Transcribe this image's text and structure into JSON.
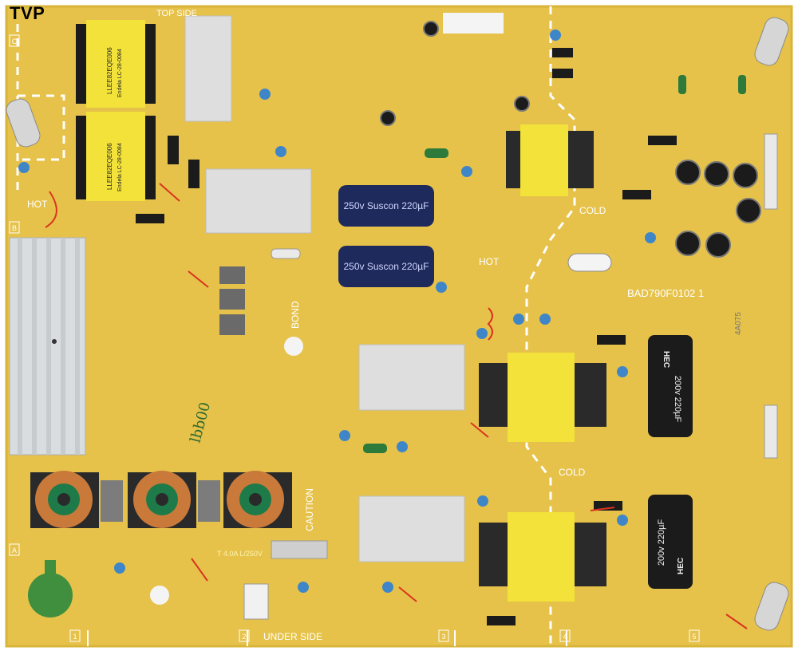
{
  "watermark": "TVP",
  "board": {
    "part_number": "BAD790F0102 1",
    "labels": {
      "top_side": "TOP SIDE",
      "under_side": "UNDER SIDE",
      "hot_left": "HOT",
      "hot_center": "HOT",
      "cold_upper": "COLD",
      "cold_lower": "COLD",
      "bond": "BOND",
      "caution": "CAUTION",
      "fuse": "T 4.0A L/250V",
      "code": "4A075",
      "handwritten": "lbb00"
    },
    "transformers": {
      "t1_line1": "LLEE82EQE006",
      "t1_line2": "Endela  LC-28-0084",
      "t2_line1": "LLEE82EQE006",
      "t2_line2": "Endela  LC-28-0084"
    },
    "bulk_caps": {
      "c1": "250v Suscon 220µF",
      "c2": "250v Suscon 220µF"
    },
    "hec_caps": {
      "brand": "HEC",
      "rating": "200v 220µF"
    },
    "zone_markers": [
      "1",
      "2",
      "3",
      "4",
      "5",
      "A",
      "B",
      "C"
    ]
  },
  "colors": {
    "board": "#e6c24a",
    "board_edge": "#d9b43a",
    "silk": "#ffffff",
    "transformer_yellow": "#f2e23a",
    "cap_navy": "#1f2a5c",
    "cap_black": "#1b1b1b",
    "copper": "#c97a3a",
    "green_coil": "#1e7a48",
    "ceramic_blue": "#3f86c8",
    "ptc_green": "#3f8f3f",
    "heatsink": "#d9dde0",
    "red_mark": "#d9341e"
  }
}
